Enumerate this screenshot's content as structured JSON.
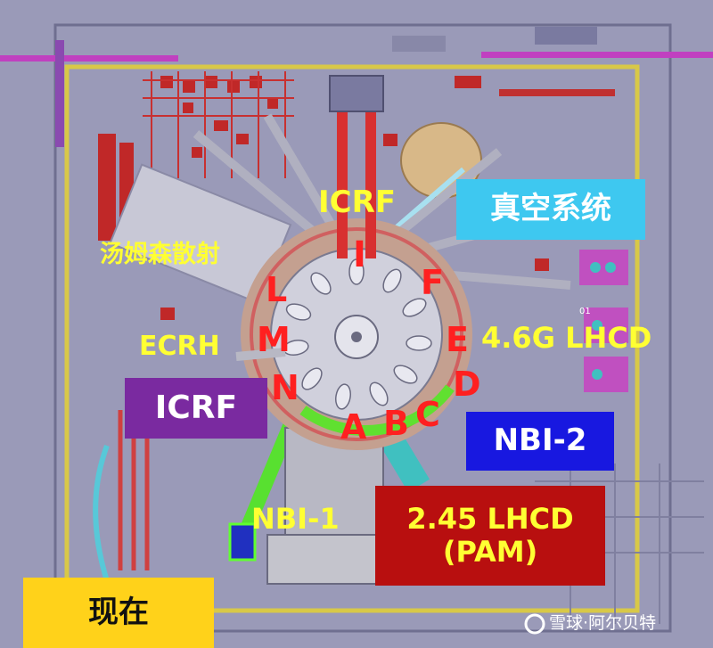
{
  "labels": {
    "icrf_top": "ICRF",
    "vacuum": "真空系统",
    "thomson": "汤姆森散射",
    "ecrh": "ECRH",
    "icrf_left": "ICRF",
    "lhcd_46": "4.6G LHCD",
    "nbi2": "NBI-2",
    "nbi1": "NBI-1",
    "lhcd_245_line1": "2.45 LHCD",
    "lhcd_245_line2": "(PAM)",
    "now": "现在",
    "marker_01": "01"
  },
  "ports": [
    "I",
    "F",
    "L",
    "M",
    "E",
    "N",
    "D",
    "A",
    "B",
    "C"
  ],
  "watermark": {
    "brand": "雪球",
    "separator": "·",
    "author": "阿尔贝特"
  },
  "colors": {
    "background": "#9a9ab8",
    "label_yellow": "#ffff33",
    "port_red": "#ff2020",
    "vacuum_box": "#3ec8f0",
    "icrf_box": "#7a2aa0",
    "nbi2_box": "#1818e0",
    "lhcd_box": "#b80f0f",
    "now_box": "#ffd21a"
  }
}
